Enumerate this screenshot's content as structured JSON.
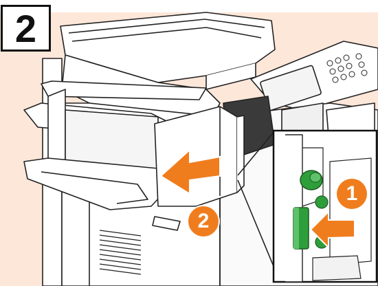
{
  "step": {
    "number": "2"
  },
  "callouts": [
    {
      "number": "1"
    },
    {
      "number": "2"
    }
  ],
  "colors": {
    "background_tint": "#fde7d9",
    "machine_line": "#222222",
    "arrow_orange": "#f07d1d",
    "lever_green": "#2e9e3a"
  },
  "icons": {
    "arrow_1": "arrow-left-icon",
    "arrow_2": "arrow-left-icon",
    "lever": "green-lever-icon",
    "knob": "green-knob-icon"
  }
}
